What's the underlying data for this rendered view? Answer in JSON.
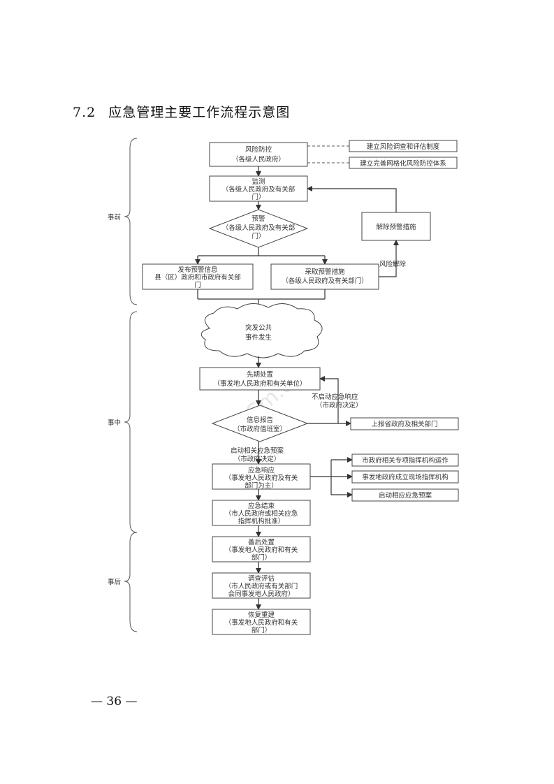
{
  "heading": {
    "number": "7.2",
    "title": "应急管理主要工作流程示意图"
  },
  "page_number": "— 36 —",
  "phases": {
    "before": "事前",
    "during": "事中",
    "after": "事后"
  },
  "nodes": {
    "risk_prevention": {
      "title": "风险防控",
      "sub": "（各级人民政府）"
    },
    "risk_survey": "建立风险调查和评估制度",
    "risk_grid": "建立完善网格化风险防控体系",
    "monitoring": {
      "title": "监测",
      "sub1": "（各级人民政府及有关部",
      "sub2": "门）"
    },
    "warning": {
      "title": "预警",
      "sub1": "（各级人民政府及有关部",
      "sub2": "门）"
    },
    "lift_warning": "解除预警措施",
    "publish": {
      "title": "发布预警信息",
      "sub1": "县（区）政府和市政府有关部",
      "sub2": "门"
    },
    "measures": {
      "title": "采取预警措施",
      "sub": "（各级人民政府及有关部门）"
    },
    "risk_cleared": "风险解除",
    "incident": {
      "line1": "突发公共",
      "line2": "事件发生"
    },
    "initial": {
      "title": "先期处置",
      "sub": "（事发地人民政府和有关单位）"
    },
    "no_response": {
      "line1": "不启动应急响应",
      "line2": "（市政府决定）"
    },
    "report": {
      "title": "信息报告",
      "sub": "（市政府值班室）"
    },
    "report_up": "上报省政府及相关部门",
    "start_plan": {
      "line1": "启动相关应急预案",
      "line2": "（市政府决定）"
    },
    "response": {
      "title": "应急响应",
      "sub1": "（事发地人民政府及有关",
      "sub2": "部门为主）"
    },
    "command_ops": "市政府相关专项指挥机构运作",
    "field_command": "事发地政府成立现场指挥机构",
    "start_emergency_plan": "启动相应应急预案",
    "end": {
      "title": "应急结束",
      "sub1": "（市人民政府或相关应急",
      "sub2": "指挥机构批准）"
    },
    "aftermath": {
      "title": "善后处置",
      "sub1": "（事发地人民政府和有关",
      "sub2": "部门）"
    },
    "investigation": {
      "title": "调查评估",
      "sub1": "（市人民政府或有关部门",
      "sub2": "会同事发地人民政府）"
    },
    "recovery": {
      "title": "恢复重建",
      "sub1": "（事发地人民政府和有关",
      "sub2": "部门）"
    }
  },
  "watermark": "GSm.cn"
}
